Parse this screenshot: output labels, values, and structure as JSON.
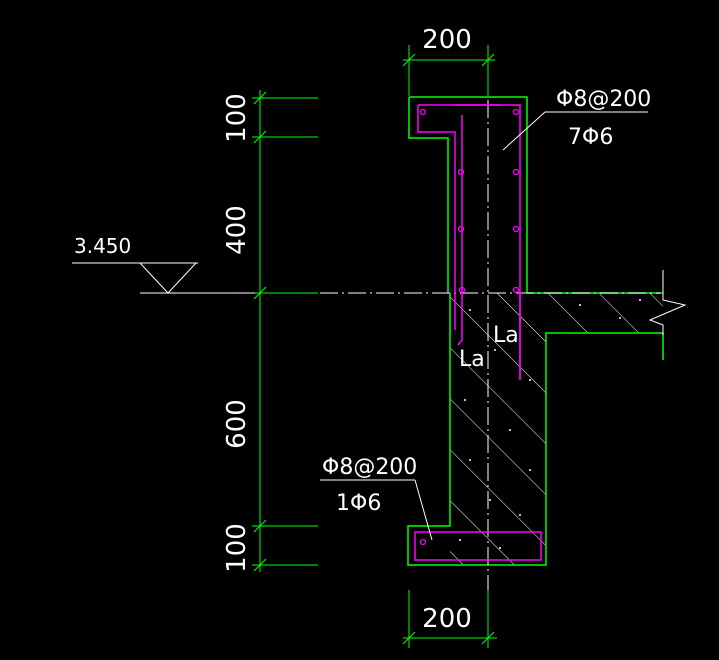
{
  "colors": {
    "background": "#000000",
    "outline": "#00ff00",
    "rebar": "#ff00ff",
    "dimension": "#00ff00",
    "text": "#ffffff",
    "hatch": "#ffffff",
    "centerline": "#ffffff"
  },
  "dimensions": {
    "top_width": "200",
    "bottom_width": "200",
    "vertical_1": "100",
    "vertical_2": "400",
    "vertical_3": "600",
    "vertical_4": "100"
  },
  "elevation": {
    "value": "3.450"
  },
  "rebar_top": {
    "stirrup": "Φ8@200",
    "longitudinal": "7Φ6"
  },
  "rebar_bottom": {
    "stirrup": "Φ8@200",
    "longitudinal": "1Φ6"
  },
  "anchorage_labels": [
    "La",
    "La"
  ]
}
